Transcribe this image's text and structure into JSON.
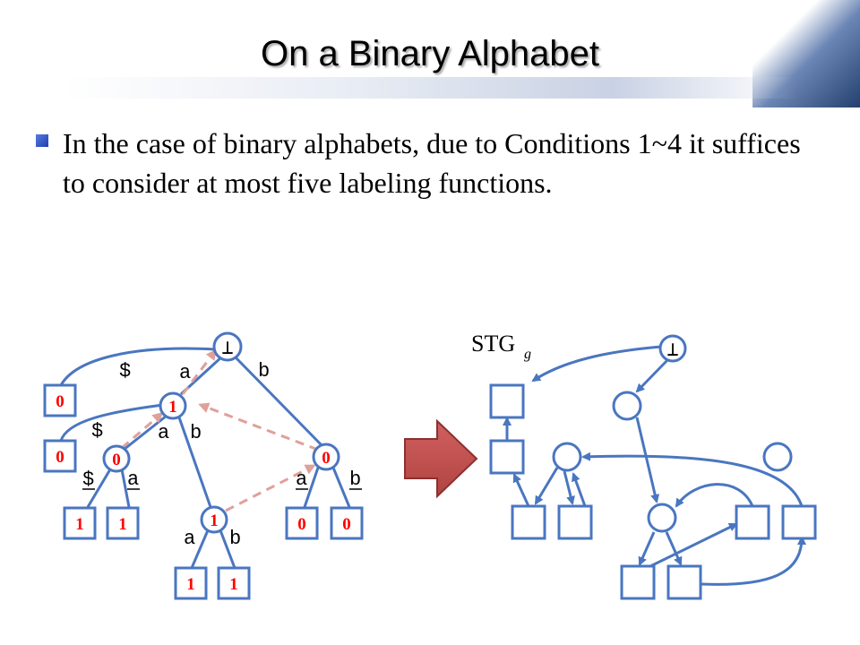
{
  "slide": {
    "title": "On a Binary Alphabet",
    "bullet": "In the case of binary alphabets, due to Conditions 1~4 it suffices to consider at most five labeling functions."
  },
  "tree": {
    "root": "⊥",
    "edge_labels": {
      "root_dollar": "$",
      "root_a": "a",
      "root_b": "b",
      "n1_dollar": "$",
      "n1_a": "a",
      "n1_b": "b",
      "n2_dollar": "$",
      "n2_a": "a",
      "n3_a": "a",
      "n3_b": "b",
      "n4_a": "a",
      "n4_b": "b"
    },
    "values": {
      "n1": "1",
      "n2": "0",
      "n3": "1",
      "n4": "0",
      "box_r1": "0",
      "box_r2": "0",
      "leaf_1": "1",
      "leaf_2": "1",
      "leaf_3": "1",
      "leaf_4": "1",
      "leaf_5": "0",
      "leaf_6": "0"
    }
  },
  "graph": {
    "label_main": "STG",
    "label_sub": "g",
    "root": "⊥"
  },
  "colors": {
    "edge": "#4a76c0",
    "dashed": "#e0a09a",
    "arrow_fill": "#c0504d",
    "value": "#ff0000"
  }
}
